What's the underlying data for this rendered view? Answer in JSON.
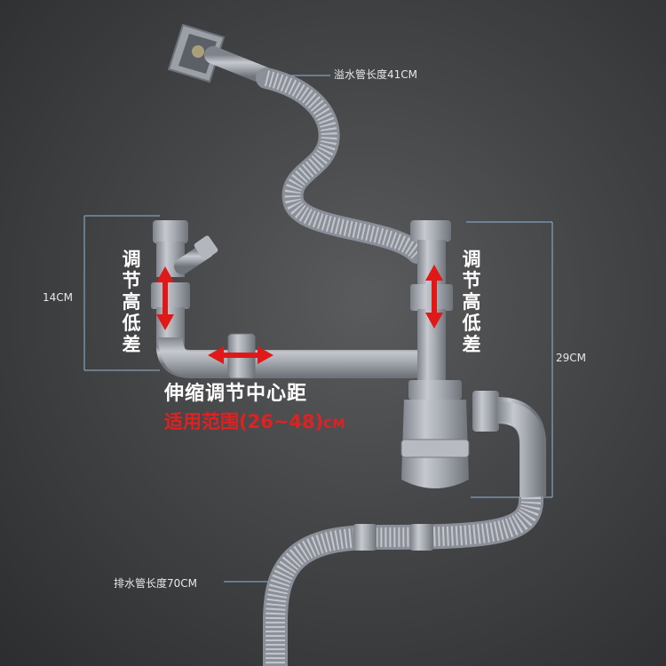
{
  "labels": {
    "overflow_hose": "溢水管长度41CM",
    "height_left": "14CM",
    "height_right": "29CM",
    "drain_hose": "排水管长度70CM",
    "adjust_left": [
      "调",
      "节",
      "高",
      "低",
      "差"
    ],
    "adjust_right": [
      "调",
      "节",
      "高",
      "低",
      "差"
    ],
    "caption_line1": "伸缩调节中心距",
    "caption_line2_main": "适用范围(26~48)",
    "caption_line2_unit": "CM"
  },
  "colors": {
    "background": "#48494b",
    "pipe": "#a9adb5",
    "pipe_dark": "#7d818a",
    "dimension_line": "#8fb6d6",
    "arrow": "#e01818",
    "accent_text": "#e32020",
    "text": "#ffffff"
  },
  "icons": [
    "overflow-drain-icon",
    "corrugated-hose-icon",
    "bottle-trap-icon",
    "adjust-arrow-icon"
  ]
}
